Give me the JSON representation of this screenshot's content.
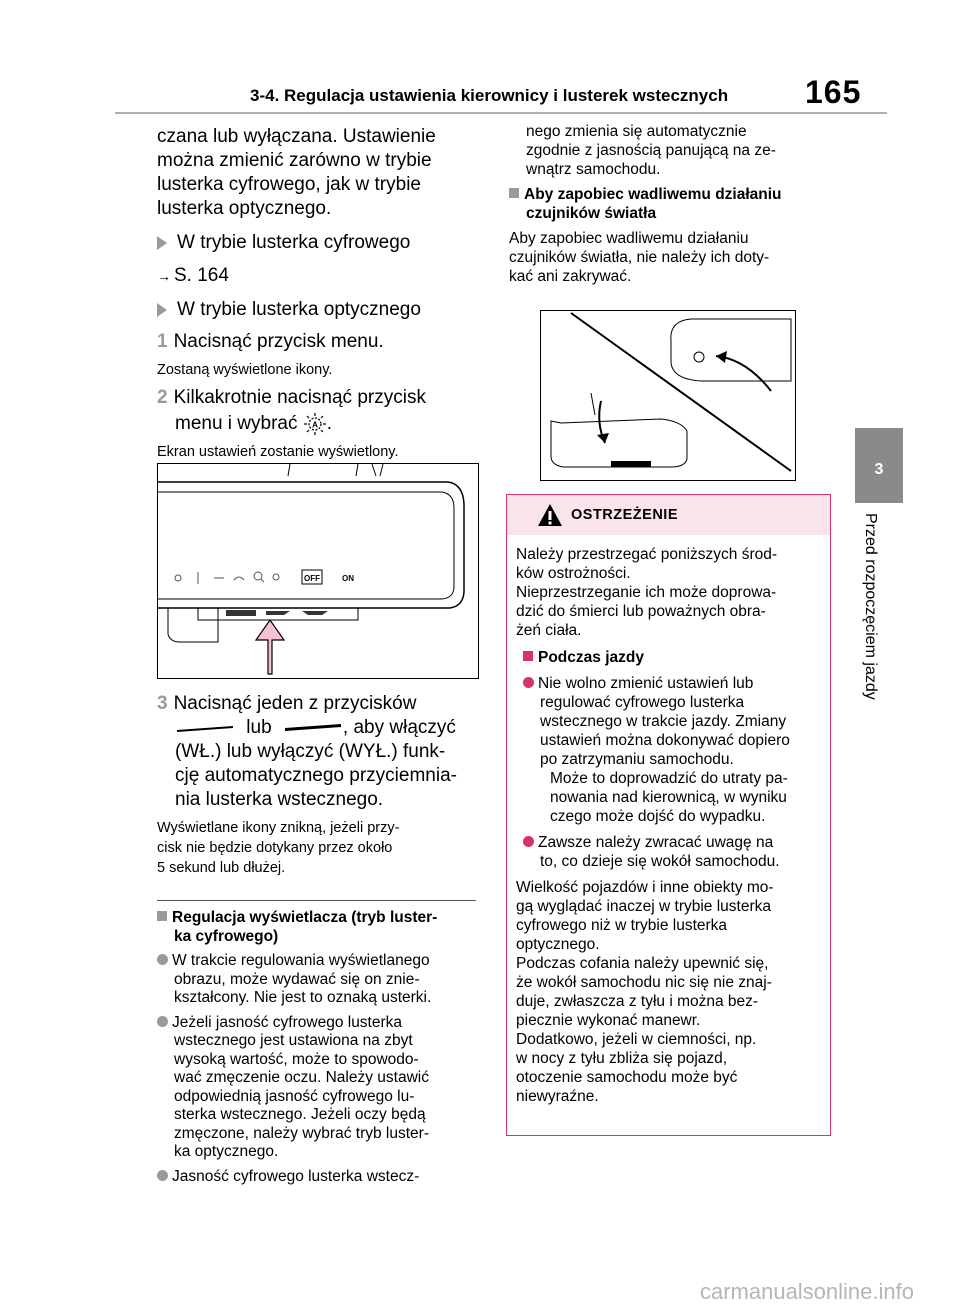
{
  "header": {
    "title": "3-4. Regulacja ustawienia kierownicy i lusterek wstecznych",
    "page_number": "165"
  },
  "side_tab": {
    "chapter_number": "3",
    "chapter_title": "Przed rozpoczęciem jazdy"
  },
  "left": {
    "intro_lines": [
      "czana lub wyłączana. Ustawienie",
      "można zmienić zarówno w trybie",
      "lusterka cyfrowego, jak w trybie",
      "lusterka optycznego."
    ],
    "mode_digital": "W trybie lusterka cyfrowego",
    "page_ref": "S. 164",
    "mode_optical": "W trybie lusterka optycznego",
    "step1_num": "1",
    "step1": "Nacisnąć przycisk menu.",
    "step1_note": "Zostaną wyświetlone ikony.",
    "step2_num": "2",
    "step2_line1": "Kilkakrotnie nacisnąć przycisk",
    "step2_line2": "menu i wybrać",
    "step2_end": ".",
    "step2_note": "Ekran ustawień zostanie wyświetlony.",
    "figure_labels": {
      "off": "OFF",
      "on": "ON"
    },
    "step3_num": "3",
    "step3_line1": "Nacisnąć jeden z przycisków",
    "step3_lub": "lub",
    "step3_after": ", aby włączyć",
    "step3_lines": [
      "(WŁ.) lub wyłączyć (WYŁ.) funk-",
      "cję automatycznego przyciemnia-",
      "nia lusterka wstecznego."
    ],
    "step3_note_lines": [
      "Wyświetlane ikony znikną, jeżeli przy-",
      "cisk nie będzie dotykany przez około",
      "5 sekund lub dłużej."
    ],
    "section_title_lines": [
      "Regulacja wyświetlacza (tryb luster-",
      "ka cyfrowego)"
    ],
    "bullets": [
      [
        "W trakcie regulowania wyświetlanego",
        "obrazu, może wydawać się on znie-",
        "kształcony. Nie jest to oznaką usterki."
      ],
      [
        "Jeżeli jasność cyfrowego lusterka",
        "wstecznego jest ustawiona na zbyt",
        "wysoką wartość, może to spowodo-",
        "wać zmęczenie oczu. Należy ustawić",
        "odpowiednią jasność cyfrowego lu-",
        "sterka wstecznego. Jeżeli oczy będą",
        "zmęczone, należy wybrać tryb luster-",
        "ka optycznego."
      ],
      [
        "Jasność cyfrowego lusterka wstecz-"
      ]
    ]
  },
  "right": {
    "cont_lines": [
      "nego zmienia się automatycznie",
      "zgodnie z jasnością panującą na ze-",
      "wnątrz samochodu."
    ],
    "section_title_lines": [
      "Aby zapobiec wadliwemu działaniu",
      "czujników światła"
    ],
    "section_body_lines": [
      "Aby zapobiec wadliwemu działaniu",
      "czujników światła, nie należy ich doty-",
      "kać ani zakrywać."
    ]
  },
  "warning": {
    "title": "OSTRZEŻENIE",
    "intro_lines": [
      "Należy przestrzegać poniższych środ-",
      "ków ostrożności.",
      "Nieprzestrzeganie ich może doprowa-",
      "dzić do śmierci lub poważnych obra-",
      "żeń ciała."
    ],
    "sub_title": "Podczas jazdy",
    "bullet1_lines": [
      "Nie wolno zmienić ustawień lub",
      "regulować cyfrowego lusterka",
      "wstecznego w trakcie jazdy. Zmiany",
      "ustawień można dokonywać dopiero",
      "po zatrzymaniu samochodu.",
      "Może to doprowadzić do utraty pa-",
      "nowania nad kierownicą, w wyniku",
      "czego może dojść do wypadku."
    ],
    "bullet2_lines": [
      "Zawsze należy zwracać uwagę na",
      "to, co dzieje się wokół samochodu."
    ],
    "para_lines": [
      "Wielkość pojazdów i inne obiekty mo-",
      "gą wyglądać inaczej w trybie lusterka",
      "cyfrowego niż w trybie lusterka",
      "optycznego.",
      "Podczas cofania należy upewnić się,",
      "że wokół samochodu nic się nie znaj-",
      "duje, zwłaszcza z tyłu i można bez-",
      "piecznie wykonać manewr.",
      "Dodatkowo, jeżeli w ciemności, np.",
      "w nocy z tyłu zbliża się pojazd,",
      "otoczenie samochodu może być",
      "niewyraźne."
    ]
  },
  "watermark": "carmanualsonline.info",
  "colors": {
    "accent": "#d6336c",
    "gray": "#9a9a9a",
    "warning_bg": "#f9e4ea"
  }
}
